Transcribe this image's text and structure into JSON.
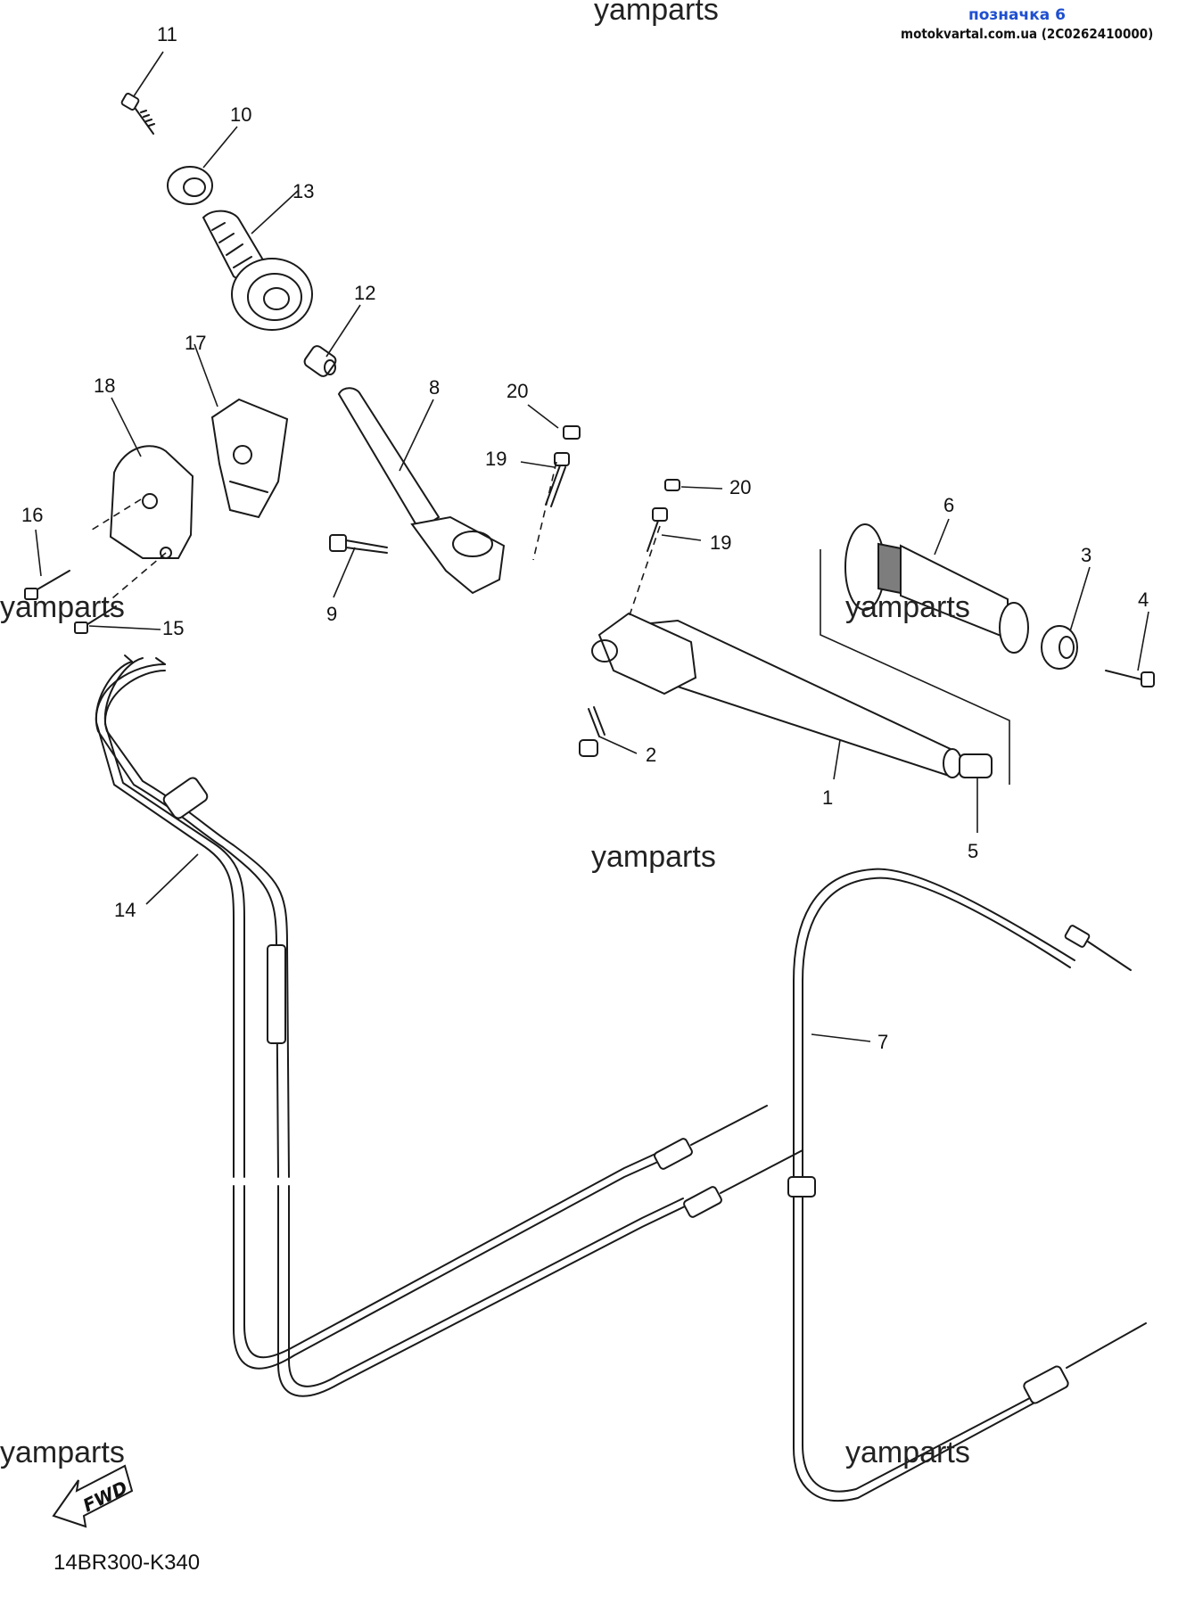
{
  "stamp": {
    "line1": "позначка 6",
    "line2": "motokvartal.com.ua (2C0262410000)"
  },
  "watermarks": [
    "yamparts",
    "yamparts",
    "yamparts",
    "yamparts",
    "yamparts"
  ],
  "diagram_code": "14BR300-K340",
  "fwd_label": "FWD",
  "callouts": [
    "1",
    "2",
    "3",
    "4",
    "5",
    "6",
    "7",
    "8",
    "9",
    "10",
    "11",
    "12",
    "13",
    "14",
    "15",
    "16",
    "17",
    "18",
    "19",
    "20",
    "19",
    "20"
  ],
  "colors": {
    "line": "#1a1a1a",
    "stamp_blue": "#1f4fd0",
    "grip_shade": "#7d7d7d"
  }
}
